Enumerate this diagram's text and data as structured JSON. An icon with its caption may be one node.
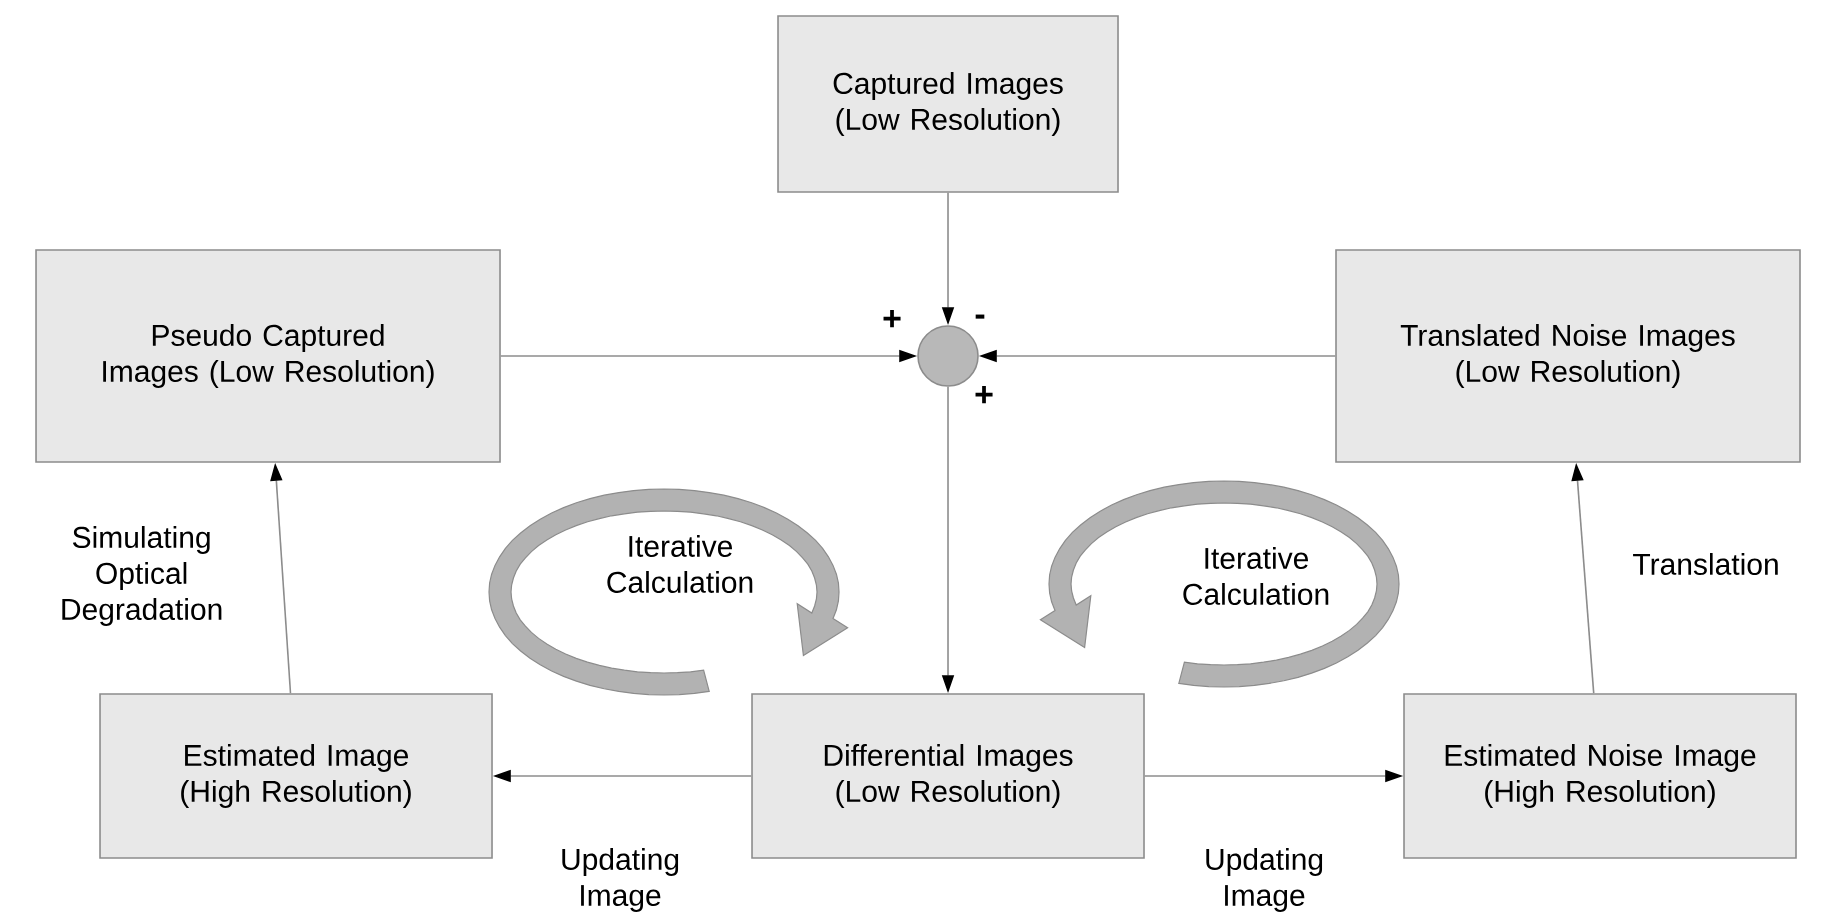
{
  "diagram": {
    "nodes": [
      {
        "text": [
          "Captured Images (Low Resolution)"
        ]
      },
      {
        "text": [
          "Pseudo Captured Images (Low Resolution)"
        ]
      },
      {
        "text": [],
        "shape": "circle"
      },
      {
        "text": [
          "Translated Noise Images (Low Resolution)"
        ]
      },
      {
        "text": [
          "Estimated Image (High Resolution)"
        ]
      },
      {
        "text": [
          "Differential Images (Low Resolution)"
        ]
      },
      {
        "text": [
          "Estimated Noise Image (High Resolution)"
        ]
      }
    ],
    "edges": [
      {
        "from": 0,
        "to": 2,
        "arrow": "to",
        "label": "-"
      },
      {
        "from": 1,
        "to": 2,
        "arrow": "to",
        "label": "+"
      },
      {
        "from": 3,
        "to": 2,
        "arrow": "to",
        "label": "+"
      },
      {
        "from": 2,
        "to": 5,
        "arrow": "to"
      },
      {
        "from": 5,
        "to": 4,
        "arrow": "to",
        "label": "Updating Image"
      },
      {
        "from": 5,
        "to": 6,
        "arrow": "to",
        "label": "Updating Image"
      },
      {
        "from": 4,
        "to": 1,
        "arrow": "to",
        "label": "Simulating Optical Degradation"
      },
      {
        "from": 6,
        "to": 3,
        "arrow": "to",
        "label": "Translation"
      }
    ],
    "labels": [
      "Iterative Calculation",
      "Iterative Calculation"
    ]
  }
}
